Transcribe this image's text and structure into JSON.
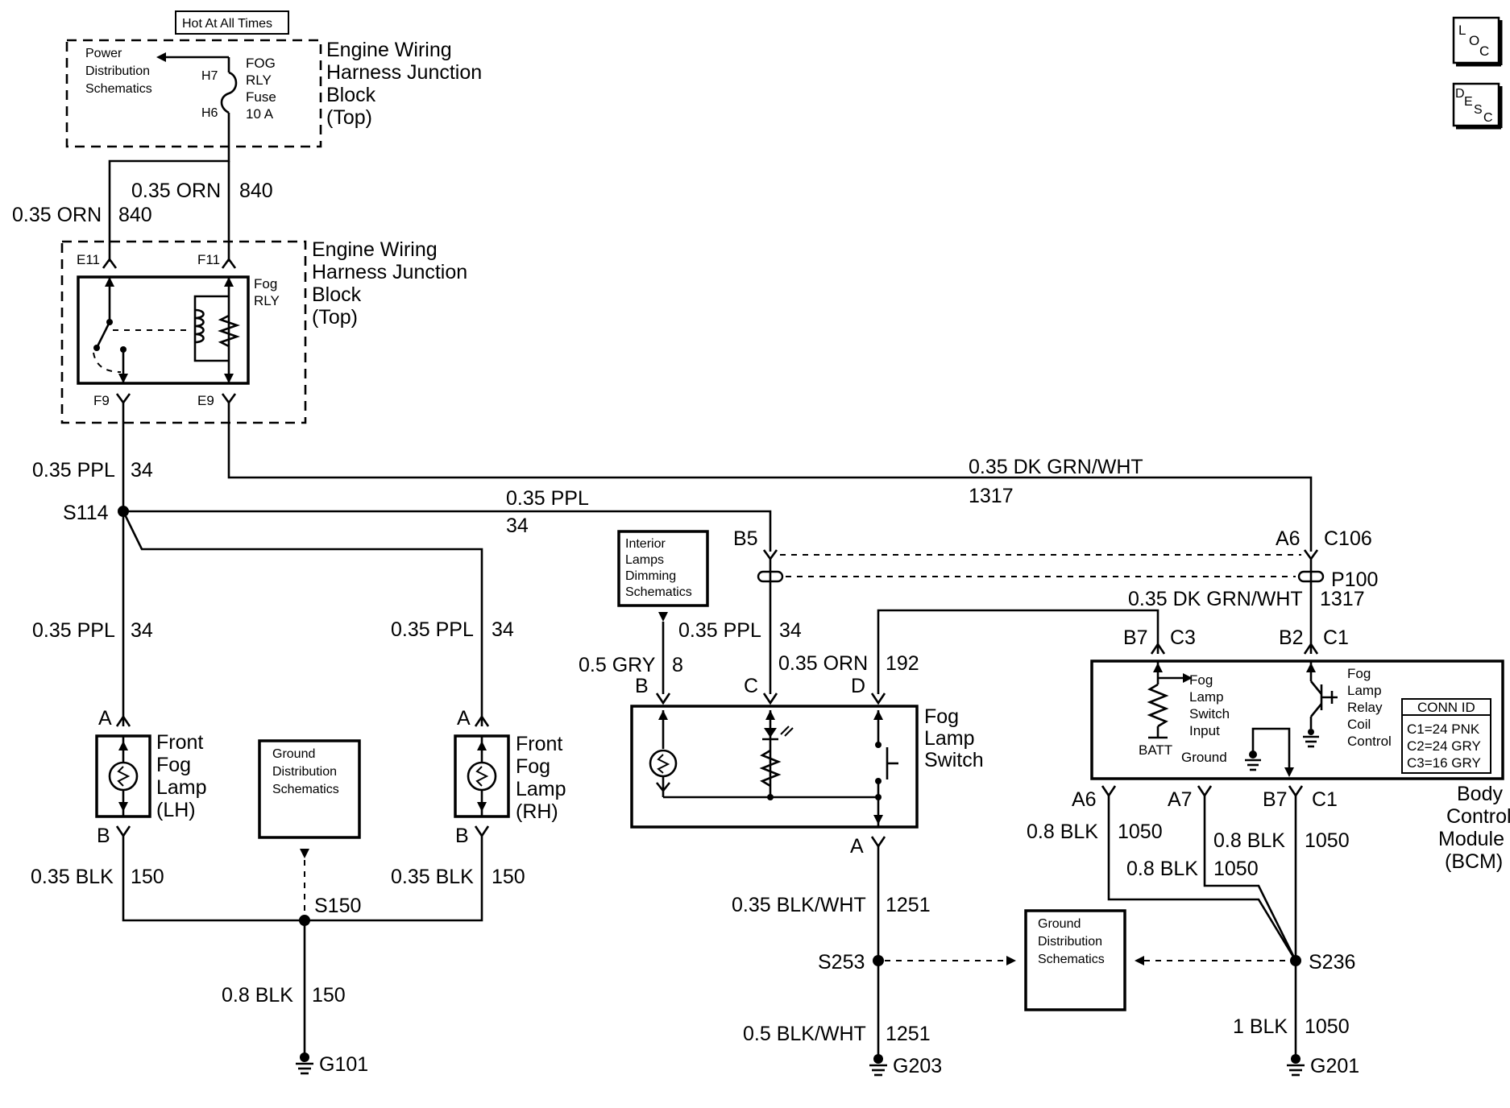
{
  "hot_at_all_times": "Hot At All Times",
  "power_distribution": [
    "Power",
    "Distribution",
    "Schematics"
  ],
  "fog_rly_fuse": [
    "FOG",
    "RLY",
    "Fuse",
    "10 A"
  ],
  "junction_block": [
    "Engine Wiring",
    "Harness Junction",
    "Block",
    "(Top)"
  ],
  "fog_rly": [
    "Fog",
    "RLY"
  ],
  "interior_lamps": [
    "Interior",
    "Lamps",
    "Dimming",
    "Schematics"
  ],
  "ground_distribution": [
    "Ground",
    "Distribution",
    "Schematics"
  ],
  "front_fog_lamp_lh": [
    "Front",
    "Fog",
    "Lamp",
    "(LH)"
  ],
  "front_fog_lamp_rh": [
    "Front",
    "Fog",
    "Lamp",
    "(RH)"
  ],
  "fog_lamp_switch": [
    "Fog",
    "Lamp",
    "Switch"
  ],
  "fog_switch_input": [
    "Fog",
    "Lamp",
    "Switch",
    "Input"
  ],
  "fog_relay_control": [
    "Fog",
    "Lamp",
    "Relay",
    "Coil",
    "Control"
  ],
  "bcm": [
    "Body",
    "Control",
    "Module",
    "(BCM)"
  ],
  "conn_id": [
    "CONN ID",
    "C1=24 PNK",
    "C2=24 GRY",
    "C3=16 GRY"
  ],
  "loc_icon": [
    "L",
    "O",
    "C"
  ],
  "desc_icon": [
    "D",
    "E",
    "S",
    "C"
  ],
  "pins": {
    "h7": "H7",
    "h6": "H6",
    "e11": "E11",
    "f11": "F11",
    "f9": "F9",
    "e9": "E9",
    "a": "A",
    "b": "B",
    "c": "C",
    "d": "D",
    "b5": "B5",
    "a6": "A6",
    "a7": "A7",
    "b7": "B7",
    "b2": "B2",
    "c1": "C1",
    "c3": "C3",
    "batt": "BATT",
    "ground": "Ground",
    "c106": "C106",
    "p100": "P100"
  },
  "wires": {
    "orn": "0.35 ORN",
    "n840": "840",
    "ppl": "0.35 PPL",
    "n34": "34",
    "dkgrn": "0.35 DK GRN/WHT",
    "n1317": "1317",
    "gry": "0.5 GRY",
    "n8": "8",
    "orn2": "0.35 ORN",
    "n192": "192",
    "blk35": "0.35 BLK",
    "n150": "150",
    "blk8": "0.8 BLK",
    "n1050": "1050",
    "blkwht35": "0.35 BLK/WHT",
    "blkwht5": "0.5 BLK/WHT",
    "n1251": "1251",
    "blk1": "1 BLK"
  },
  "splices": {
    "s114": "S114",
    "s150": "S150",
    "s253": "S253",
    "s236": "S236"
  },
  "grounds": {
    "g101": "G101",
    "g203": "G203",
    "g201": "G201"
  }
}
